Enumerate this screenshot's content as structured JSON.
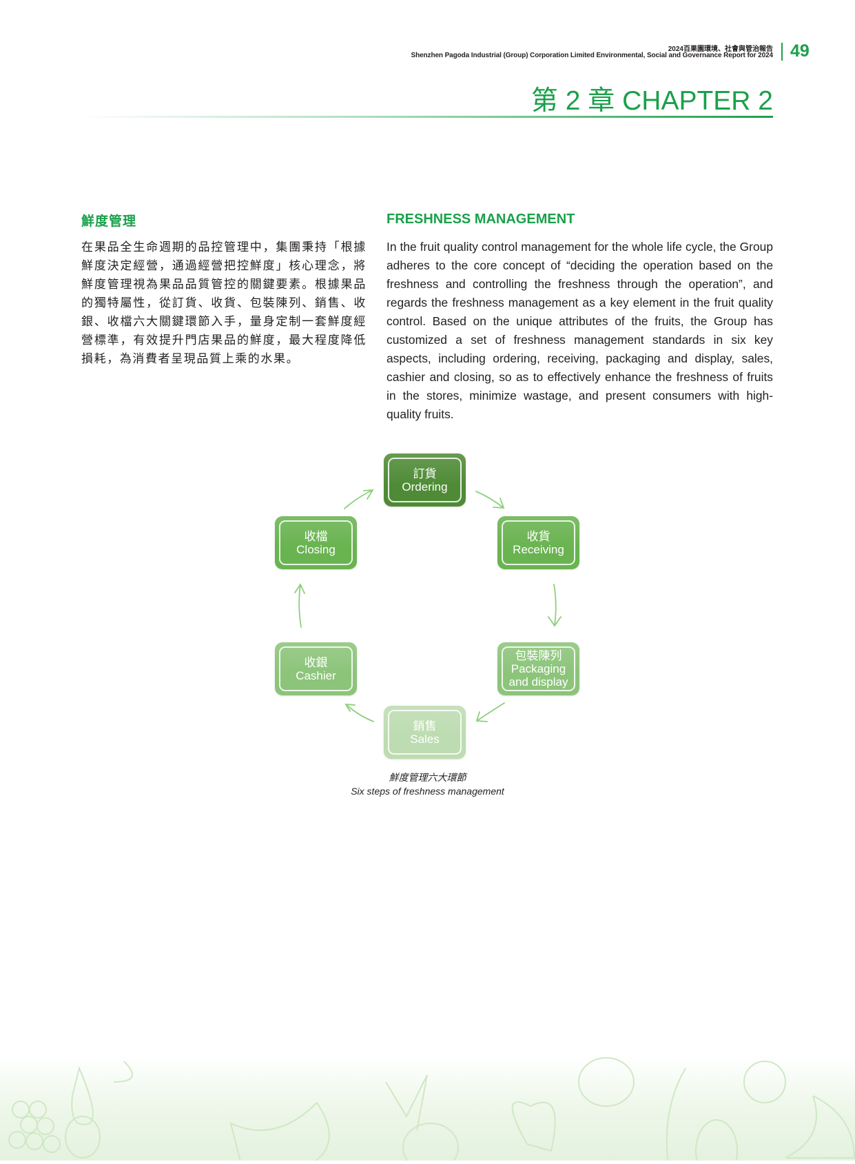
{
  "header": {
    "report_cn": "2024百果園環境、社會與管治報告",
    "report_en": "Shenzhen Pagoda Industrial (Group) Corporation Limited Environmental, Social and Governance Report for 2024",
    "page_number": "49",
    "chapter": "第 2 章 CHAPTER 2"
  },
  "section": {
    "heading_cn": "鮮度管理",
    "heading_en": "FRESHNESS MANAGEMENT",
    "body_cn": "在果品全生命週期的品控管理中，集團秉持「根據鮮度決定經營，通過經營把控鮮度」核心理念，將鮮度管理視為果品品質管控的關鍵要素。根據果品的獨特屬性，從訂貨、收貨、包裝陳列、銷售、收銀、收檔六大關鍵環節入手，量身定制一套鮮度經營標準，有效提升門店果品的鮮度，最大程度降低損耗，為消費者呈現品質上乘的水果。",
    "body_en": "In the fruit quality control management for the whole life cycle, the Group adheres to the core concept of “deciding the operation based on the freshness and controlling the freshness through the operation”, and regards the freshness management as a key element in the fruit quality control. Based on the unique attributes of the fruits, the Group has customized a set of freshness management standards in six key aspects, including ordering, receiving, packaging and display, sales, cashier and closing, so as to effectively enhance the freshness of fruits in the stores, minimize wastage, and present consumers with high-quality fruits."
  },
  "diagram": {
    "steps": [
      {
        "cn": "訂貨",
        "en": "Ordering",
        "color": "#4f8b36"
      },
      {
        "cn": "收貨",
        "en": "Receiving",
        "color": "#69b350"
      },
      {
        "cn": "包裝陳列",
        "en": "Packaging and display",
        "color": "#8cc47a"
      },
      {
        "cn": "銷售",
        "en": "Sales",
        "color": "#bddcb1"
      },
      {
        "cn": "收銀",
        "en": "Cashier",
        "color": "#8cc47a"
      },
      {
        "cn": "收檔",
        "en": "Closing",
        "color": "#69b350"
      }
    ],
    "arrow_color": "#8ccf7c",
    "caption_cn": "鮮度管理六大環節",
    "caption_en": "Six steps of freshness management"
  },
  "colors": {
    "accent": "#1aa04a"
  }
}
